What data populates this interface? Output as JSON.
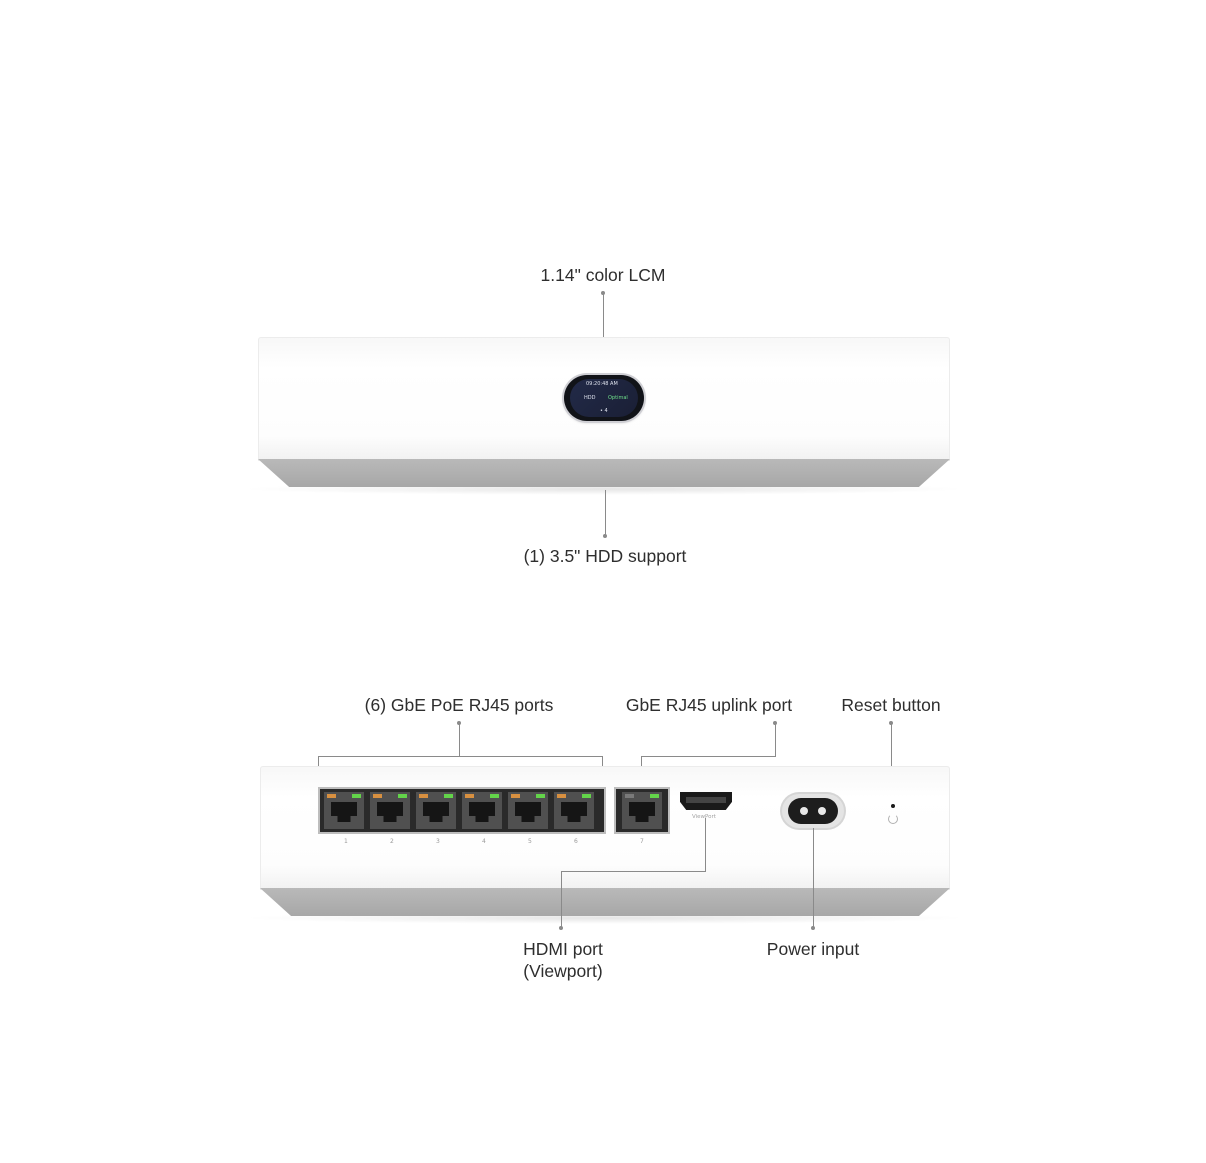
{
  "labels": {
    "lcm": "1.14\" color LCM",
    "hdd": "(1) 3.5\" HDD support",
    "poe_ports": "(6) GbE PoE RJ45 ports",
    "uplink": "GbE RJ45 uplink port",
    "reset": "Reset button",
    "hdmi_line1": "HDMI port",
    "hdmi_line2": "(Viewport)",
    "power": "Power input"
  },
  "lcm_screen": {
    "time": "09:20:48 AM",
    "hdd_label": "HDD",
    "status": "Optimal",
    "count": "• 4"
  },
  "port_numbers": [
    "1",
    "2",
    "3",
    "4",
    "5",
    "6",
    "7"
  ],
  "hdmi_small_label": "ViewPort",
  "colors": {
    "device_body": "#ffffff",
    "device_base": "#ababab",
    "leader_line": "#8a8a8a",
    "led_orange": "#d89040",
    "led_green": "#63d44a"
  }
}
